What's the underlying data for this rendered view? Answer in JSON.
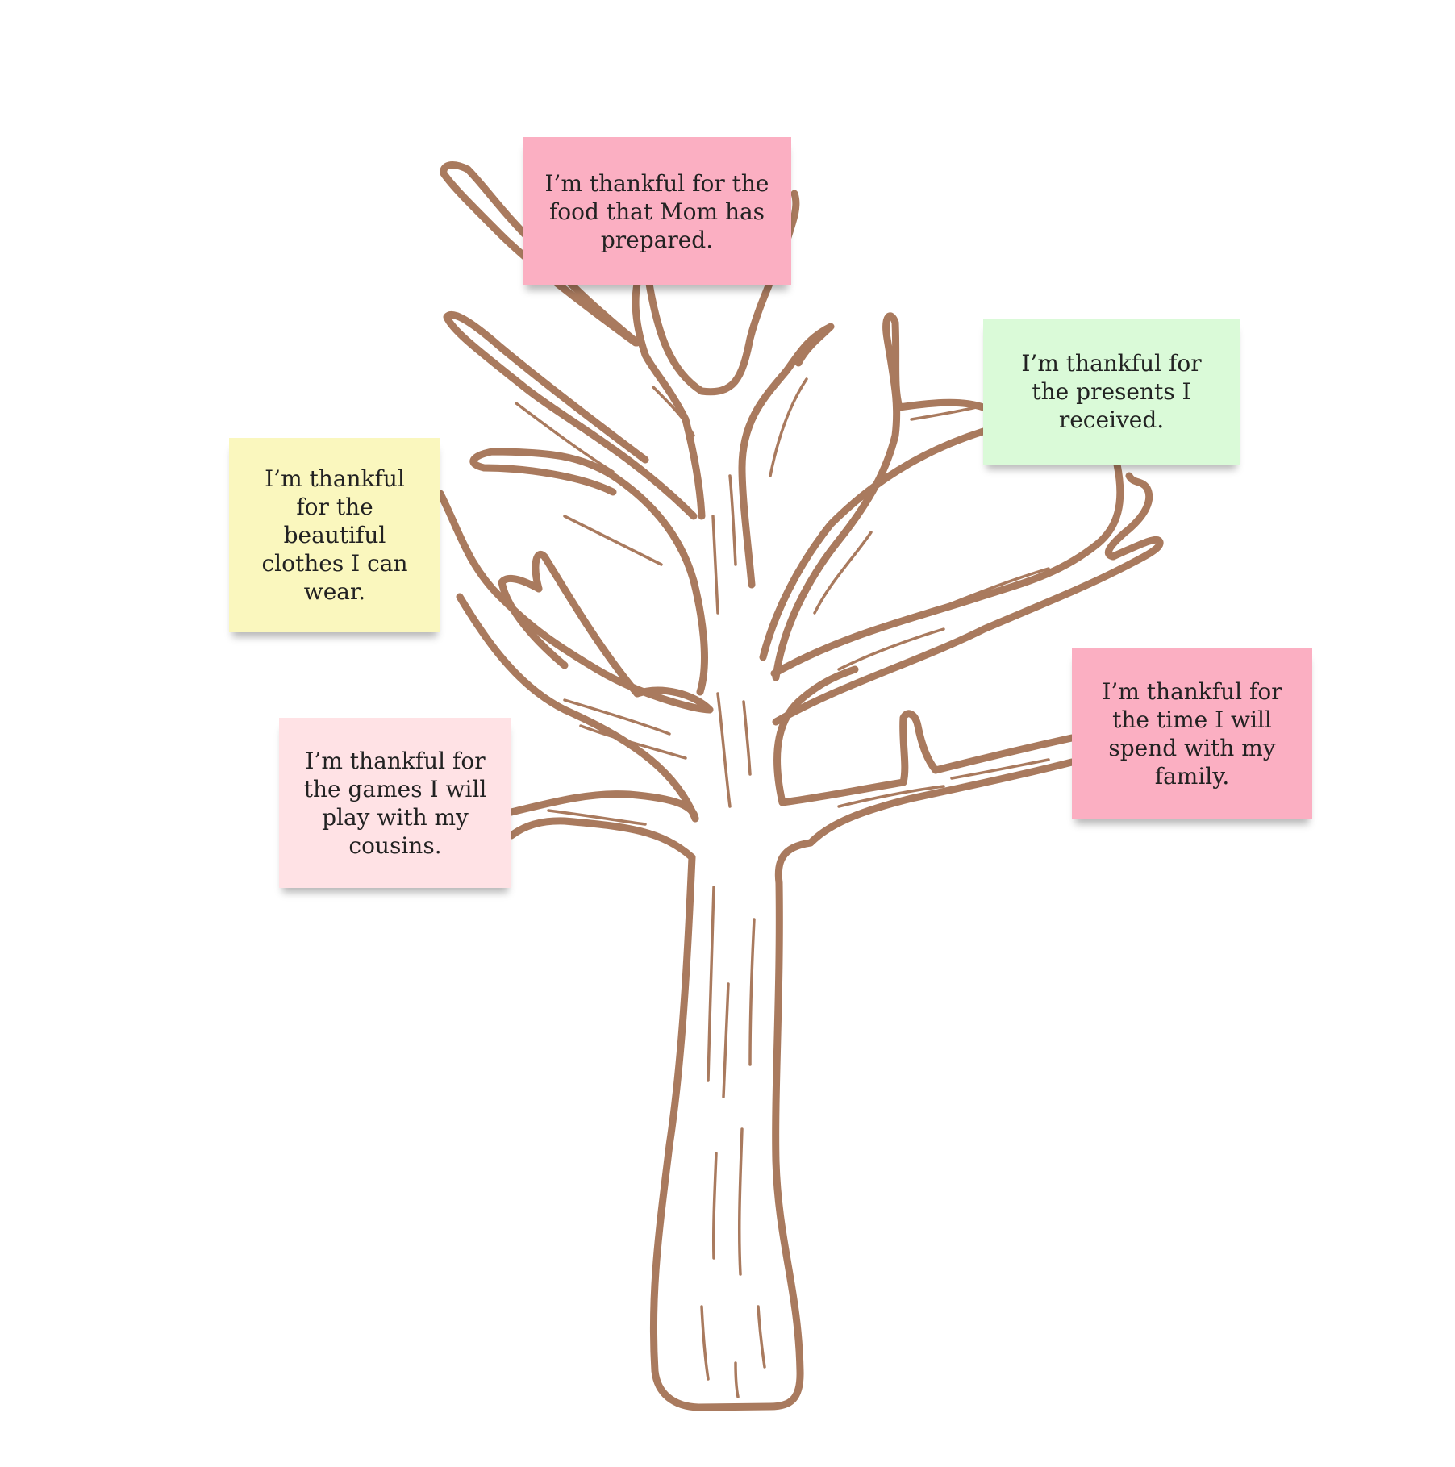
{
  "colors": {
    "tree_outline": "#A97A5E",
    "background": "#FFFFFF"
  },
  "notes": [
    {
      "id": "food",
      "text": "I’m thankful for the food that Mom has prepared.",
      "color": "#FBAFC2"
    },
    {
      "id": "presents",
      "text": "I’m thankful for the presents I received.",
      "color": "#DAFAD8"
    },
    {
      "id": "clothes",
      "text": "I’m thankful for the beautiful clothes I can wear.",
      "color": "#FAF7BE"
    },
    {
      "id": "games",
      "text": "I’m thankful for the games I will play with my cousins.",
      "color": "#FFE2E5"
    },
    {
      "id": "time",
      "text": "I’m thankful for the time I will spend with my family.",
      "color": "#FBAFC2"
    }
  ]
}
